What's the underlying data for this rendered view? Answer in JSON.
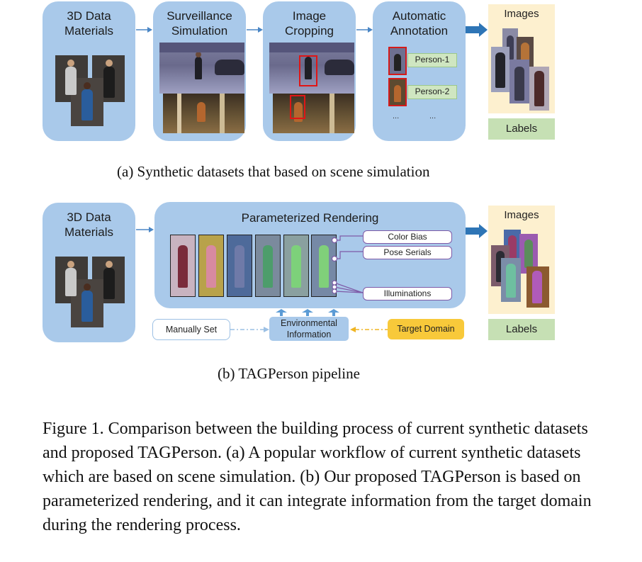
{
  "panel_a": {
    "stages": [
      {
        "title": "3D Data\nMaterials"
      },
      {
        "title": "Surveillance\nSimulation"
      },
      {
        "title": "Image\nCropping"
      },
      {
        "title": "Automatic\nAnnotation"
      }
    ],
    "annotation_tags": [
      "Person-1",
      "Person-2"
    ],
    "ellipsis": "...",
    "output_images_label": "Images",
    "output_labels_label": "Labels",
    "caption": "(a) Synthetic datasets that based on scene simulation"
  },
  "panel_b": {
    "materials_title": "3D Data\nMaterials",
    "rendering_title": "Parameterized Rendering",
    "params": [
      "Color Bias",
      "Pose Serials",
      "Illuminations"
    ],
    "manual_label": "Manually Set",
    "env_label": "Environmental\nInformation",
    "target_label": "Target Domain",
    "output_images_label": "Images",
    "output_labels_label": "Labels",
    "caption": "(b) TAGPerson pipeline"
  },
  "figure_caption": "Figure 1. Comparison between the building process of current synthetic datasets and proposed TAGPerson. (a) A popular workflow of current synthetic datasets which are based on scene simulation. (b) Our proposed TAGPerson is based on parameterized rendering, and it can integrate information from the target domain during the rendering process.",
  "colors": {
    "stage_fill": "#a9c9ea",
    "arrow": "#4a86c5",
    "output_fill": "#fdf0cf",
    "labels_fill": "#c6e0b4",
    "target_fill": "#f8c93a",
    "param_border": "#7e5aa7"
  }
}
